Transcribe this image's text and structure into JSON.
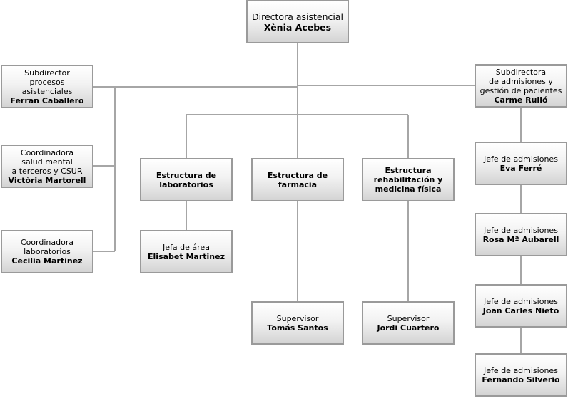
{
  "director": {
    "role": "Directora asistencial",
    "name": "Xènia Acebes"
  },
  "left": [
    {
      "role": "Subdirector\nprocesos\nasistenciales",
      "name": "Ferran Caballero"
    },
    {
      "role": "Coordinadora\nsalud mental\na terceros y CSUR",
      "name": "Victòria Martorell"
    },
    {
      "role": "Coordinadora\nlaboratorios",
      "name": "Cecilia Martinez"
    }
  ],
  "right_head": {
    "role": "Subdirectora\nde admisiones y\ngestión de pacientes",
    "name": "Carme Rulló"
  },
  "structures": [
    {
      "title": "Estructura de\nlaboratorios"
    },
    {
      "title": "Estructura de\nfarmacia"
    },
    {
      "title": "Estructura\nrehabilitación y\nmedicina física"
    }
  ],
  "sub": [
    {
      "role": "Jefa de área",
      "name": "Elisabet Martinez"
    },
    {
      "role": "Supervisor",
      "name": "Tomás Santos"
    },
    {
      "role": "Supervisor",
      "name": "Jordi Cuartero"
    }
  ],
  "admissions": [
    {
      "role": "Jefe de admisiones",
      "name": "Eva Ferré"
    },
    {
      "role": "Jefe de admisiones",
      "name": "Rosa Mª Aubarell"
    },
    {
      "role": "Jefe de admisiones",
      "name": "Joan Carles Nieto"
    },
    {
      "role": "Jefe de admisiones",
      "name": "Fernando Silverio"
    }
  ]
}
